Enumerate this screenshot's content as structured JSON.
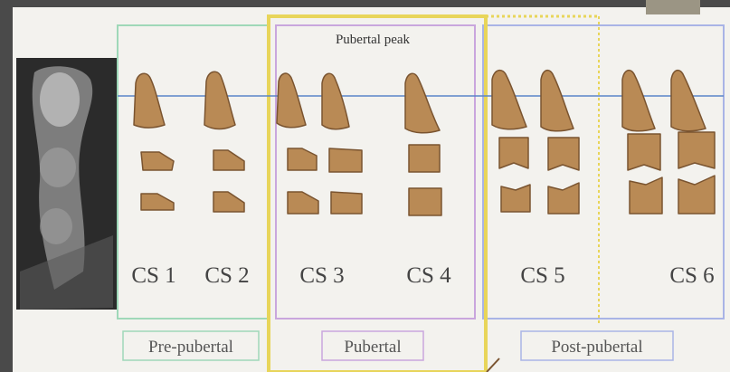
{
  "diagram": {
    "peak_title": "Pubertal peak",
    "stages": [
      {
        "label": "CS 1"
      },
      {
        "label": "CS 2"
      },
      {
        "label": "CS 3"
      },
      {
        "label": "CS 4"
      },
      {
        "label": "CS 5"
      },
      {
        "label": "CS 6"
      }
    ],
    "phases": [
      {
        "label": "Pre-pubertal"
      },
      {
        "label": "Pubertal"
      },
      {
        "label": "Post-pubertal"
      }
    ],
    "colors": {
      "background": "#4a4a4a",
      "panel": "#f3f2ee",
      "vertebra_fill": "#b98a55",
      "vertebra_stroke": "#7a5430",
      "pre_box": "#9fd8b8",
      "pubertal_box": "#c9a6dd",
      "post_box": "#a9b4e6",
      "highlight": "#e8d55a",
      "reference_line": "#5a84c8",
      "text": "#444444"
    }
  }
}
